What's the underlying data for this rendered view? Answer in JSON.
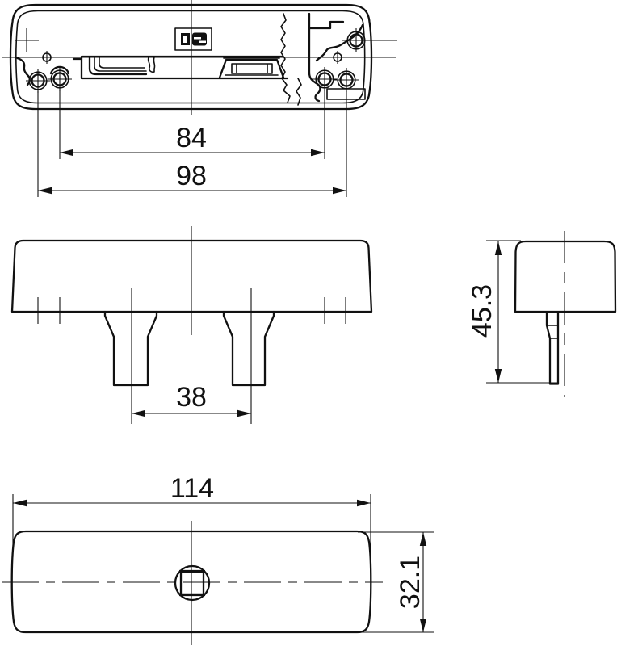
{
  "drawing": {
    "background": "#ffffff",
    "line_color": "#111111",
    "views": {
      "top": {
        "dim_inner_holes": "84",
        "dim_outer_holes": "98"
      },
      "front": {
        "dim_leg_spacing": "38"
      },
      "side": {
        "dim_height": "45.3"
      },
      "bottom": {
        "dim_width": "114",
        "dim_depth": "32.1"
      }
    }
  }
}
